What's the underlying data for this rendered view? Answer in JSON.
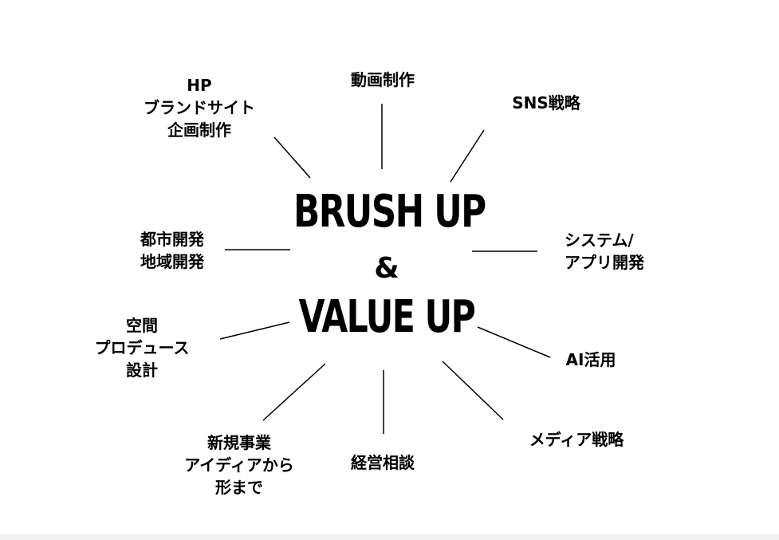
{
  "center": {
    "line1": "BRUSH UP",
    "ampersand": "&",
    "line2": "VALUE UP"
  },
  "items": {
    "hp_brand": [
      "HP",
      "ブランドサイト",
      "企画制作"
    ],
    "video": [
      "動画制作"
    ],
    "sns": [
      "SNS戦略"
    ],
    "urban": [
      "都市開発",
      "地域開発"
    ],
    "system": [
      "システム/",
      "アプリ開発"
    ],
    "space": [
      "空間",
      "プロデュース",
      "設計"
    ],
    "ai": [
      "AI活用"
    ],
    "new_business": [
      "新規事業",
      "アイディアから",
      "形まで"
    ],
    "management": [
      "経営相談"
    ],
    "media": [
      "メディア戦略"
    ]
  }
}
